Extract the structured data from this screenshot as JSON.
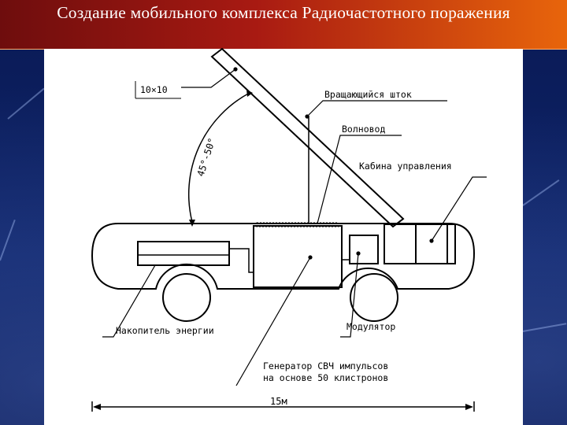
{
  "slide": {
    "title": "Создание мобильного комплекса Радиочастотного поражения"
  },
  "diagram": {
    "labels": {
      "section": "10×10",
      "boom": "Вращающийся шток",
      "waveguide": "Волновод",
      "cabin": "Кабина управления",
      "storage": "Накопитель энергии",
      "modulator": "Модулятор",
      "generator_line1": "Генератор СВЧ импульсов",
      "generator_line2": "на основе 50 клистронов",
      "angle": "45°-50°",
      "length": "15м"
    }
  }
}
